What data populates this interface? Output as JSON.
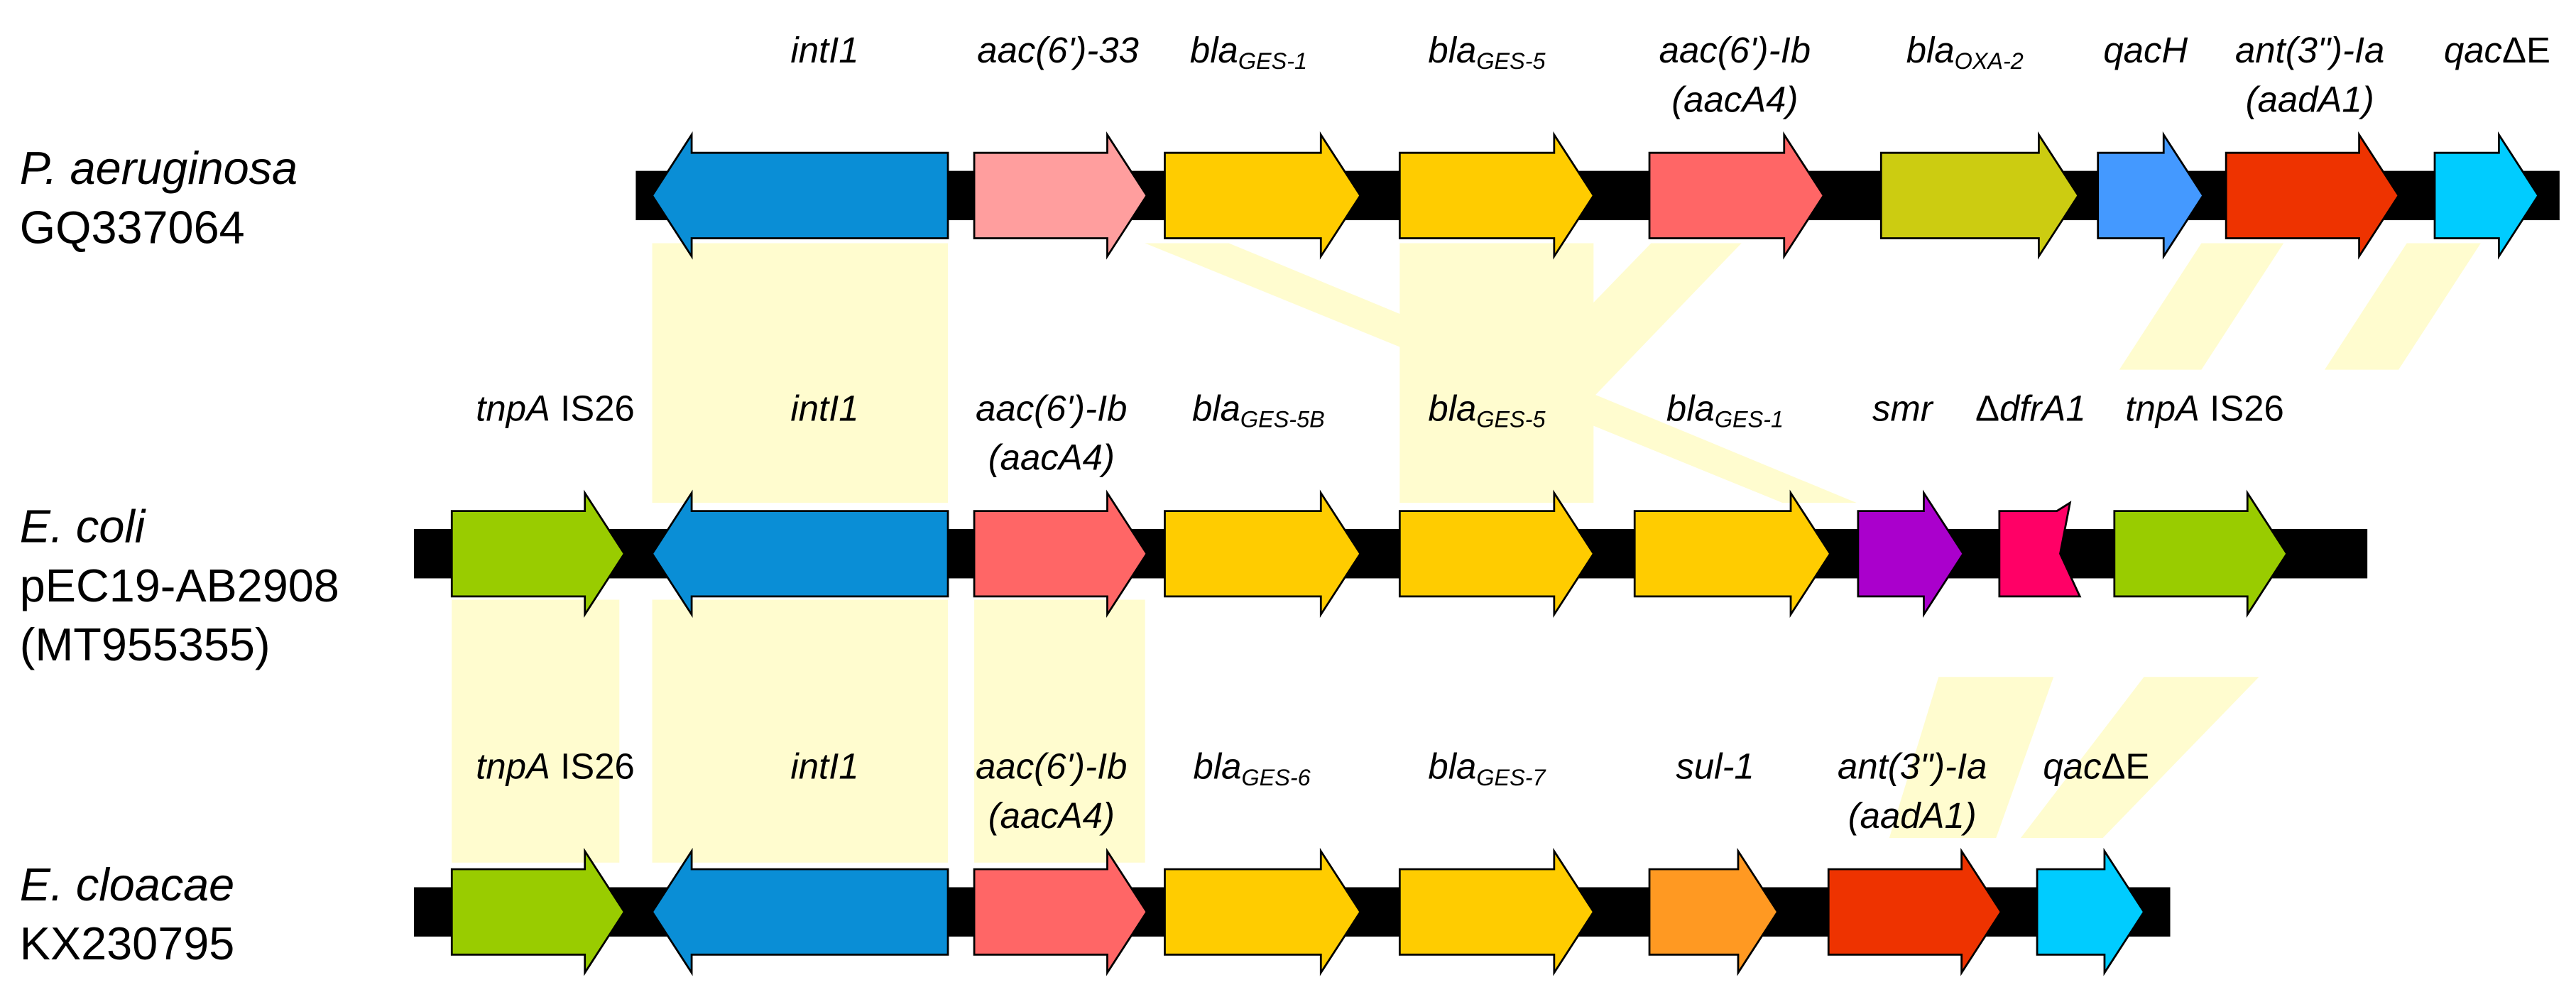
{
  "colors": {
    "homology": "#fffccf",
    "backbone": "#000000",
    "intI1": "#0a8ed6",
    "aac633": "#ff9e9e",
    "aac6Ib": "#ff6666",
    "blaGES": "#ffcc00",
    "blaOXA2": "#cccc11",
    "qacH": "#4499ff",
    "ant3Ia": "#ee3300",
    "qacdE": "#00ccff",
    "tnpA": "#99cc00",
    "smr": "#aa00cc",
    "dfrA1": "#ff0066",
    "sul1": "#ff9922"
  },
  "rows": [
    {
      "organism": "P. aeruginosa",
      "accession": "GQ337064",
      "accession2": "",
      "labels": [
        {
          "ital": "intI1"
        },
        {
          "ital": "aac(6')-33"
        },
        {
          "ital": "bla",
          "sub": "GES-1"
        },
        {
          "ital": "bla",
          "sub": "GES-5"
        },
        {
          "ital": "aac(6')-Ib",
          "line2": "(aacA4)"
        },
        {
          "ital": "bla",
          "sub": "OXA-2"
        },
        {
          "ital": "qacH"
        },
        {
          "ital": "ant(3\")-Ia",
          "line2": "(aadA1)"
        },
        {
          "ital": "qac",
          "plain": "ΔE"
        }
      ]
    },
    {
      "organism": "E. coli",
      "accession": "pEC19-AB2908",
      "accession2": "(MT955355)",
      "labels": [
        {
          "ital": "tnpA",
          "plain": " IS26"
        },
        {
          "ital": "intI1"
        },
        {
          "ital": "aac(6')-Ib",
          "line2": "(aacA4)"
        },
        {
          "ital": "bla",
          "sub": "GES-5B"
        },
        {
          "ital": "bla",
          "sub": "GES-5"
        },
        {
          "ital": "bla",
          "sub": "GES-1"
        },
        {
          "ital": "smr"
        },
        {
          "pre": "Δ",
          "ital": "dfrA1"
        },
        {
          "ital": "tnpA",
          "plain": " IS26"
        }
      ]
    },
    {
      "organism": "E. cloacae",
      "accession": "KX230795",
      "accession2": "",
      "labels": [
        {
          "ital": "tnpA",
          "plain": " IS26"
        },
        {
          "ital": "intI1"
        },
        {
          "ital": "aac(6')-Ib",
          "line2": "(aacA4)"
        },
        {
          "ital": "bla",
          "sub": "GES-6"
        },
        {
          "ital": "bla",
          "sub": "GES-7"
        },
        {
          "ital": "sul-1"
        },
        {
          "ital": "ant(3\")-Ia",
          "line2": "(aadA1)"
        },
        {
          "ital": "qac",
          "plain": "ΔE"
        }
      ]
    }
  ]
}
